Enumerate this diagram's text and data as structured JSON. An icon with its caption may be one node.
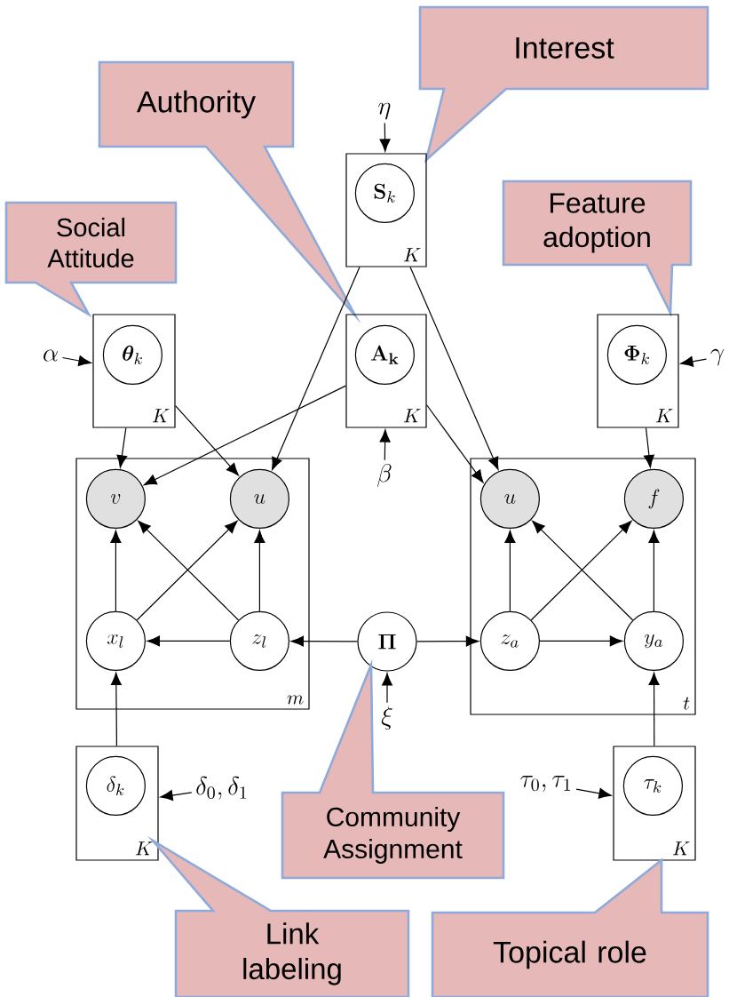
{
  "diagram": {
    "nodes": [
      {
        "text": [
          "Interest"
        ]
      },
      {
        "text": [
          "\\eta"
        ]
      },
      {
        "text": [
          "Authority"
        ]
      },
      {
        "text": [
          "K"
        ]
      },
      {
        "text": [
          "\\mathbf{S}_k"
        ],
        "in": 3
      },
      {
        "text": [
          "Feature adoption"
        ]
      },
      {
        "text": [
          "Social Attitude"
        ]
      },
      {
        "text": [
          "\\alpha"
        ]
      },
      {
        "text": [
          "K"
        ]
      },
      {
        "text": [
          "\\boldsymbol{\\theta}_k"
        ],
        "in": 8
      },
      {
        "text": [
          "K"
        ]
      },
      {
        "text": [
          "\\mathbf{A_k}"
        ],
        "in": 10
      },
      {
        "text": [
          "K"
        ]
      },
      {
        "text": [
          "\\boldsymbol{\\Phi}_k"
        ],
        "in": 12
      },
      {
        "text": [
          "\\gamma"
        ]
      },
      {
        "text": [
          "\\beta"
        ]
      },
      {
        "text": [
          "m"
        ]
      },
      {
        "text": [
          "v"
        ],
        "in": 16
      },
      {
        "text": [
          "u"
        ],
        "in": 16
      },
      {
        "text": [
          "x_l"
        ],
        "in": 16
      },
      {
        "text": [
          "z_l"
        ],
        "in": 16
      },
      {
        "text": [
          "\\boldsymbol{\\Pi}"
        ]
      },
      {
        "text": [
          "t"
        ]
      },
      {
        "text": [
          "u"
        ],
        "in": 22
      },
      {
        "text": [
          "f"
        ],
        "in": 22
      },
      {
        "text": [
          "z_a"
        ],
        "in": 22
      },
      {
        "text": [
          "y_a"
        ],
        "in": 22
      },
      {
        "text": [
          "\\xi"
        ]
      },
      {
        "text": [
          "K"
        ]
      },
      {
        "text": [
          "\\delta_k"
        ],
        "in": 28
      },
      {
        "text": [
          "\\delta_0, \\delta_1"
        ]
      },
      {
        "text": [
          "Community Assignment"
        ]
      },
      {
        "text": [
          "\\tau_0, \\tau_1"
        ]
      },
      {
        "text": [
          "K"
        ]
      },
      {
        "text": [
          "\\tau_k"
        ],
        "in": 33
      },
      {
        "text": [
          "Link labeling"
        ]
      },
      {
        "text": [
          "Topical role"
        ]
      }
    ],
    "edges": [
      {
        "from": 1,
        "to": 3,
        "arrow": "to"
      },
      {
        "from": 7,
        "to": 8,
        "arrow": "to"
      },
      {
        "from": 15,
        "to": 10,
        "arrow": "to"
      },
      {
        "from": 14,
        "to": 12,
        "arrow": "to"
      },
      {
        "from": 27,
        "to": 21,
        "arrow": "to"
      },
      {
        "from": 30,
        "to": 28,
        "arrow": "to"
      },
      {
        "from": 32,
        "to": 33,
        "arrow": "to"
      },
      {
        "from": 8,
        "to": 17,
        "arrow": "to"
      },
      {
        "from": 8,
        "to": 18,
        "arrow": "to"
      },
      {
        "from": 3,
        "to": 18,
        "arrow": "to"
      },
      {
        "from": 3,
        "to": 23,
        "arrow": "to"
      },
      {
        "from": 10,
        "to": 17,
        "arrow": "to"
      },
      {
        "from": 10,
        "to": 23,
        "arrow": "to"
      },
      {
        "from": 12,
        "to": 24,
        "arrow": "to"
      },
      {
        "from": 28,
        "to": 19,
        "arrow": "to"
      },
      {
        "from": 33,
        "to": 26,
        "arrow": "to"
      },
      {
        "from": 21,
        "to": 20,
        "arrow": "to"
      },
      {
        "from": 21,
        "to": 25,
        "arrow": "to"
      },
      {
        "from": 19,
        "to": 17,
        "arrow": "to"
      },
      {
        "from": 20,
        "to": 18,
        "arrow": "to"
      },
      {
        "from": 19,
        "to": 18,
        "arrow": "to"
      },
      {
        "from": 20,
        "to": 17,
        "arrow": "to"
      },
      {
        "from": 20,
        "to": 19,
        "arrow": "to"
      },
      {
        "from": 25,
        "to": 23,
        "arrow": "to"
      },
      {
        "from": 25,
        "to": 24,
        "arrow": "to"
      },
      {
        "from": 26,
        "to": 23,
        "arrow": "to"
      },
      {
        "from": 26,
        "to": 24,
        "arrow": "to"
      },
      {
        "from": 25,
        "to": 26,
        "arrow": "to"
      }
    ]
  }
}
